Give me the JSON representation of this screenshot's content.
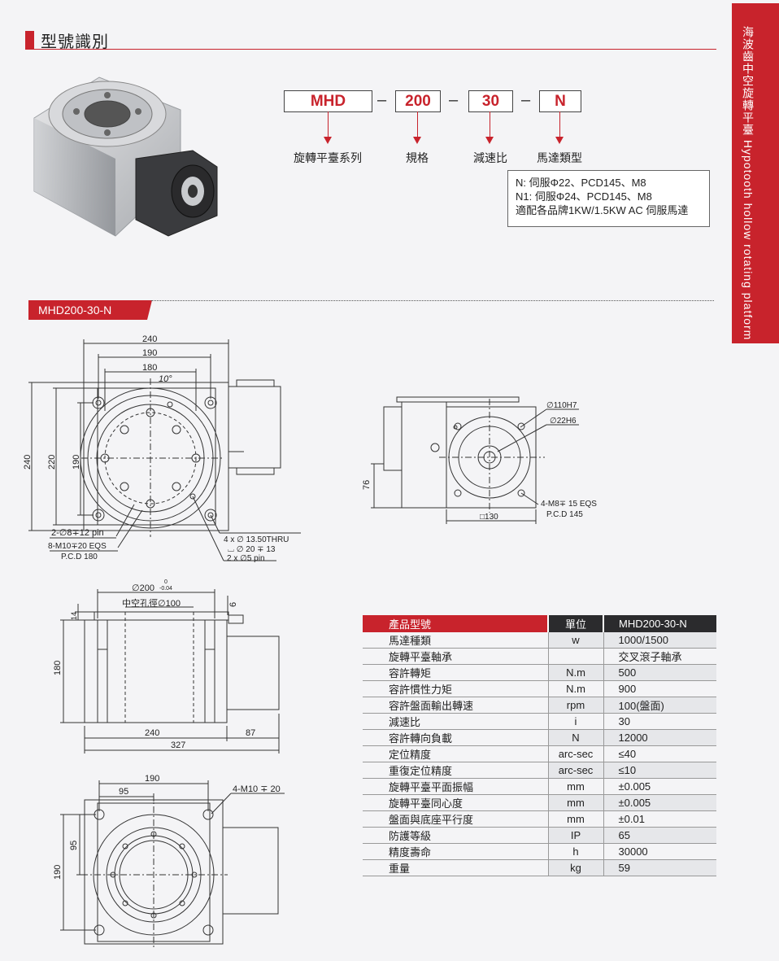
{
  "header": {
    "title": "型號識別"
  },
  "side_tab": {
    "text": "海波齒中空旋轉平臺  Hypotooth hollow rotating platform"
  },
  "model_code": {
    "parts": [
      {
        "code": "MHD",
        "label": "旋轉平臺系列"
      },
      {
        "code": "200",
        "label": "規格"
      },
      {
        "code": "30",
        "label": "減速比"
      },
      {
        "code": "N",
        "label": "馬達類型"
      }
    ],
    "separator": "–",
    "notes": [
      "N: 伺服Φ22、PCD145、M8",
      "N1: 伺服Φ24、PCD145、M8",
      "適配各品牌1KW/1.5KW AC 伺服馬達"
    ]
  },
  "section": {
    "tag": "MHD200-30-N"
  },
  "drawing_top": {
    "dim_240": "240",
    "dim_190": "190",
    "dim_180": "180",
    "angle": "10°",
    "v_240": "240",
    "v_220": "220",
    "v_190": "190",
    "callout_pin": "2-∅8∓12 pin",
    "callout_m10": "8-M10∓20 EQS",
    "callout_pcd": "P.C.D 180",
    "callout_thru": "4 x ∅ 13.50THRU",
    "callout_cbore": "⌴ ∅ 20 ∓ 13",
    "callout_pin5": "2 x ∅5 pin"
  },
  "drawing_side": {
    "d110": "∅110H7",
    "d22": "∅22H6",
    "v_76": "76",
    "sq130": "□130",
    "m8": "4-M8∓ 15 EQS",
    "pcd145": "P.C.D 145"
  },
  "drawing_front": {
    "d200": "∅200",
    "tol_upper": "0",
    "tol_lower": "-0.04",
    "bore": "中空孔徑∅100",
    "v_6": "6",
    "v_14": "14",
    "v_180": "180",
    "w_240": "240",
    "w_87": "87",
    "w_327": "327"
  },
  "drawing_bottom": {
    "w_190": "190",
    "w_95": "95",
    "m10": "4-M10 ∓ 20",
    "v_95": "95",
    "v_190": "190"
  },
  "spec_table": {
    "headers": [
      "產品型號",
      "單位",
      "MHD200-30-N"
    ],
    "rows": [
      [
        "馬達種類",
        "w",
        "1000/1500"
      ],
      [
        "旋轉平臺軸承",
        "",
        "交叉滾子軸承"
      ],
      [
        "容許轉矩",
        "N.m",
        "500"
      ],
      [
        "容許慣性力矩",
        "N.m",
        "900"
      ],
      [
        "容許盤面輸出轉速",
        "rpm",
        "100(盤面)"
      ],
      [
        "減速比",
        "i",
        "30"
      ],
      [
        "容許轉向負載",
        "N",
        "12000"
      ],
      [
        "定位精度",
        "arc-sec",
        "≤40"
      ],
      [
        "重復定位精度",
        "arc-sec",
        "≤10"
      ],
      [
        "旋轉平臺平面振幅",
        "mm",
        "±0.005"
      ],
      [
        "旋轉平臺同心度",
        "mm",
        "±0.005"
      ],
      [
        "盤面與底座平行度",
        "mm",
        "±0.01"
      ],
      [
        "防護等級",
        "IP",
        "65"
      ],
      [
        "精度壽命",
        "h",
        "30000"
      ],
      [
        "重量",
        "kg",
        "59"
      ]
    ]
  }
}
